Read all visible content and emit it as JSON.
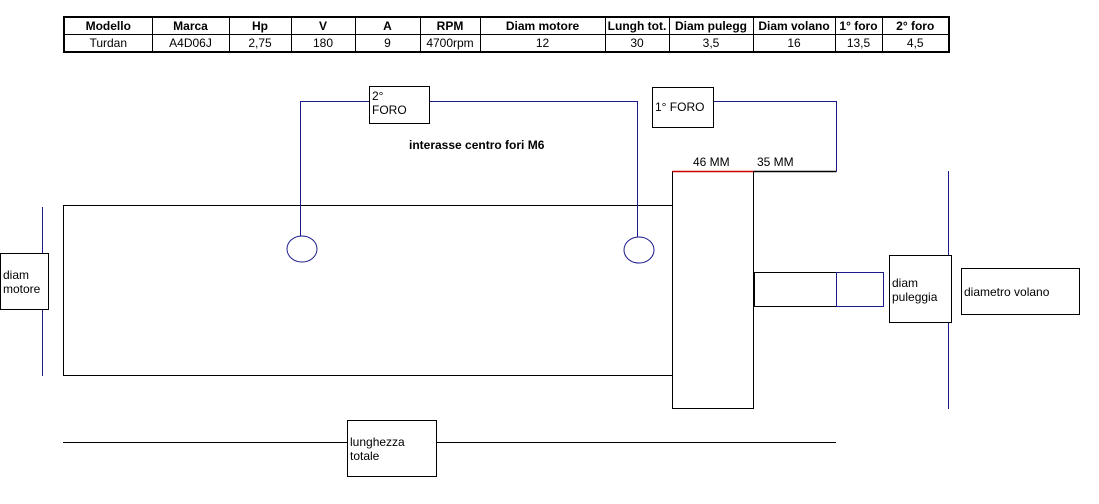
{
  "spec_table": {
    "headers": [
      "Modello",
      "Marca",
      "Hp",
      "V",
      "A",
      "RPM",
      "Diam motore",
      "Lungh tot.",
      "Diam pulegg",
      "Diam volano",
      "1° foro",
      "2° foro"
    ],
    "row": [
      "Turdan",
      "A4D06J",
      "2,75",
      "180",
      "9",
      "4700rpm",
      "12",
      "30",
      "3,5",
      "16",
      "13,5",
      "4,5"
    ]
  },
  "labels": {
    "hole2_line1": "2°",
    "hole2_line2": "FORO",
    "hole1": "1° FORO",
    "center_distance": "interasse centro fori M6",
    "dim_46": "46 MM",
    "dim_35": "35 MM",
    "diam_motore_line1": "diam",
    "diam_motore_line2": "motore",
    "diam_puleggia_line1": "diam",
    "diam_puleggia_line2": "puleggia",
    "diametro_volano": "diametro volano",
    "lunghezza_line1": "lunghezza",
    "lunghezza_line2": "totale"
  },
  "colors": {
    "line_blue": "#1a1a8c",
    "dim_red": "#cc0000",
    "outline": "#000000"
  }
}
